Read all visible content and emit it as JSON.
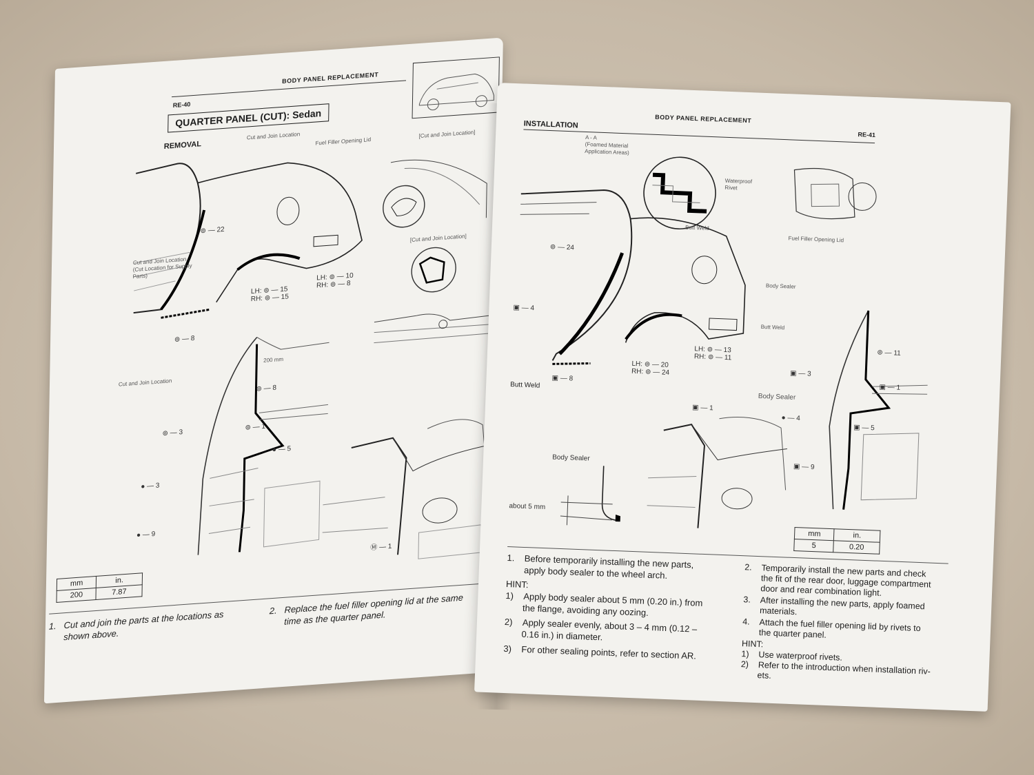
{
  "left_page": {
    "header": "BODY PANEL REPLACEMENT",
    "page_number": "RE-40",
    "title": "QUARTER PANEL (CUT): Sedan",
    "section": "REMOVAL",
    "labels": {
      "cut_join_top": "Cut and Join Location",
      "fuel_lid": "Fuel Filler Opening Lid",
      "cut_join_bracket1": "[Cut and Join Location]",
      "cut_join_bracket2": "[Cut and Join Location]",
      "cut_join_supply_1": "Cut and Join Location",
      "cut_join_supply_2": "(Cut Location for Supply",
      "cut_join_supply_3": "Parts)",
      "cut_join_lower": "Cut and Join Location",
      "dim_200": "200 mm"
    },
    "callouts": [
      {
        "sym": "⊚",
        "text": "— 22"
      },
      {
        "sym": "⊚",
        "text": "— 8"
      },
      {
        "sym": "LH: ⊚",
        "text": "— 15"
      },
      {
        "sym": "RH: ⊚",
        "text": "— 15"
      },
      {
        "sym": "LH: ⊚",
        "text": "— 10"
      },
      {
        "sym": "RH: ⊚",
        "text": "— 8"
      },
      {
        "sym": "⊚",
        "text": "— 8"
      },
      {
        "sym": "⊚",
        "text": "— 3"
      },
      {
        "sym": "⊚",
        "text": "— 1"
      },
      {
        "sym": "●",
        "text": "— 5"
      },
      {
        "sym": "●",
        "text": "— 3"
      },
      {
        "sym": "●",
        "text": "— 9"
      },
      {
        "sym": "Ⓜ",
        "text": "— 1"
      }
    ],
    "spec_table": {
      "headers": [
        "mm",
        "in."
      ],
      "row": [
        "200",
        "7.87"
      ]
    },
    "steps": [
      {
        "num": "1.",
        "text_1": "Cut and join the parts at the locations as",
        "text_2": "shown above."
      },
      {
        "num": "2.",
        "text_1": "Replace the fuel filler opening lid at the same",
        "text_2": "time as the quarter panel."
      }
    ]
  },
  "right_page": {
    "header": "BODY PANEL REPLACEMENT",
    "page_number": "RE-41",
    "section": "INSTALLATION",
    "labels": {
      "aa_1": "A - A",
      "aa_2": "(Foamed Material",
      "aa_3": "Application Areas)",
      "waterproof_1": "Waterproof",
      "waterproof_2": "Rivet",
      "butt_weld_top": "Butt Weld",
      "fuel_lid": "Fuel Filler Opening Lid",
      "body_sealer_right": "Body Sealer",
      "butt_weld_right": "Butt Weld",
      "butt_weld_bottom": "Butt Weld",
      "body_sealer_lower": "Body Sealer",
      "body_sealer_center": "Body Sealer",
      "about_5mm": "about 5 mm"
    },
    "callouts": [
      {
        "sym": "⊚",
        "text": "— 24"
      },
      {
        "sym": "▣",
        "text": "— 4"
      },
      {
        "sym": "▣",
        "text": "— 8"
      },
      {
        "sym": "LH: ⊚",
        "text": "— 20"
      },
      {
        "sym": "RH: ⊚",
        "text": "— 24"
      },
      {
        "sym": "LH: ⊚",
        "text": "— 13"
      },
      {
        "sym": "RH: ⊚",
        "text": "— 11"
      },
      {
        "sym": "⊚",
        "text": "— 11"
      },
      {
        "sym": "▣",
        "text": "— 3"
      },
      {
        "sym": "▣",
        "text": "— 1"
      },
      {
        "sym": "●",
        "text": "— 4"
      },
      {
        "sym": "▣",
        "text": "— 5"
      },
      {
        "sym": "▣",
        "text": "— 9"
      },
      {
        "sym": "▣",
        "text": "— 1"
      }
    ],
    "spec_table": {
      "headers": [
        "mm",
        "in."
      ],
      "row": [
        "5",
        "0.20"
      ]
    },
    "col1": {
      "step1_num": "1.",
      "step1_line1": "Before temporarily installing the new parts,",
      "step1_line2": "apply body sealer to the wheel arch.",
      "hint": "HINT:",
      "h1_num": "1)",
      "h1_line1": "Apply body sealer about 5 mm (0.20 in.) from",
      "h1_line2": "the flange, avoiding any oozing.",
      "h2_num": "2)",
      "h2_line1": "Apply sealer evenly, about 3 – 4 mm (0.12 –",
      "h2_line2": "0.16 in.) in diameter.",
      "h3_num": "3)",
      "h3_line1": "For other sealing points, refer to section AR."
    },
    "col2": {
      "s2_num": "2.",
      "s2_line1": "Temporarily install the new parts and check",
      "s2_line2": "the fit of the rear door, luggage compartment",
      "s2_line3": "door and rear combination light.",
      "s3_num": "3.",
      "s3_line1": "After installing the new parts, apply foamed",
      "s3_line2": "materials.",
      "s4_num": "4.",
      "s4_line1": "Attach the fuel filler opening lid by rivets to",
      "s4_line2": "the quarter panel.",
      "hint": "HINT:",
      "h1_num": "1)",
      "h1_line1": "Use waterproof rivets.",
      "h2_num": "2)",
      "h2_line1": "Refer to the introduction when installation riv-",
      "h2_line2": "ets."
    }
  }
}
